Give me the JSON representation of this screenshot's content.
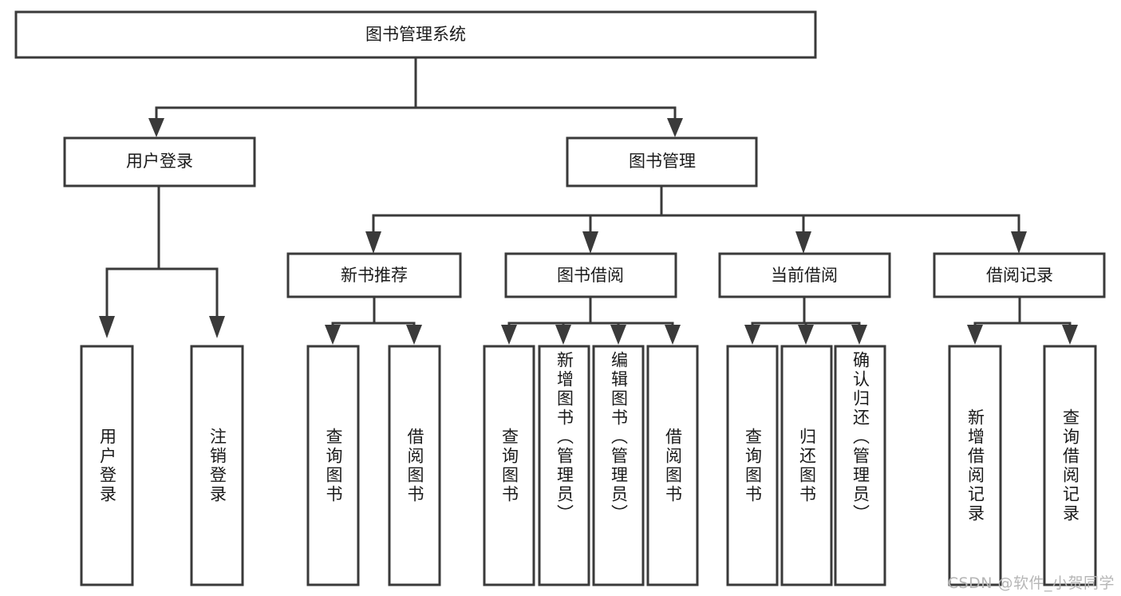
{
  "diagram": {
    "type": "tree",
    "title": "图书管理系统",
    "orientation": "top-down",
    "watermark": "CSDN @软件_小贺同学",
    "colors": {
      "box_fill": "#ffffff",
      "box_stroke": "#3a3a3a",
      "connector": "#3a3a3a",
      "text": "#1a1a1a",
      "watermark": "#b6b6b6",
      "background": "#ffffff"
    },
    "levels": {
      "root": "图书管理系统",
      "level2": [
        "用户登录",
        "图书管理"
      ],
      "level3": [
        "新书推荐",
        "图书借阅",
        "当前借阅",
        "借阅记录"
      ]
    },
    "nodes": {
      "root": {
        "id": "root",
        "label": "图书管理系统",
        "orientation": "horizontal"
      },
      "user_login": {
        "id": "user_login",
        "label": "用户登录",
        "orientation": "horizontal"
      },
      "book_manage": {
        "id": "book_manage",
        "label": "图书管理",
        "orientation": "horizontal"
      },
      "new_book_rec": {
        "id": "new_book_rec",
        "label": "新书推荐",
        "orientation": "horizontal"
      },
      "book_borrow": {
        "id": "book_borrow",
        "label": "图书借阅",
        "orientation": "horizontal"
      },
      "current_borrow": {
        "id": "current_borrow",
        "label": "当前借阅",
        "orientation": "horizontal"
      },
      "borrow_record": {
        "id": "borrow_record",
        "label": "借阅记录",
        "orientation": "horizontal"
      },
      "leaf_1": {
        "id": "leaf_1",
        "label": "用户登录",
        "orientation": "vertical",
        "parent": "用户登录"
      },
      "leaf_2": {
        "id": "leaf_2",
        "label": "注销登录",
        "orientation": "vertical",
        "parent": "用户登录"
      },
      "leaf_3": {
        "id": "leaf_3",
        "label": "查询图书",
        "orientation": "vertical",
        "parent": "新书推荐"
      },
      "leaf_4": {
        "id": "leaf_4",
        "label": "借阅图书",
        "orientation": "vertical",
        "parent": "新书推荐"
      },
      "leaf_5": {
        "id": "leaf_5",
        "label": "查询图书",
        "orientation": "vertical",
        "parent": "图书借阅"
      },
      "leaf_6": {
        "id": "leaf_6",
        "label": "新增图书（管理员）",
        "orientation": "vertical",
        "parent": "图书借阅"
      },
      "leaf_7": {
        "id": "leaf_7",
        "label": "编辑图书（管理员）",
        "orientation": "vertical",
        "parent": "图书借阅"
      },
      "leaf_8": {
        "id": "leaf_8",
        "label": "借阅图书",
        "orientation": "vertical",
        "parent": "图书借阅"
      },
      "leaf_9": {
        "id": "leaf_9",
        "label": "查询图书",
        "orientation": "vertical",
        "parent": "当前借阅"
      },
      "leaf_10": {
        "id": "leaf_10",
        "label": "归还图书",
        "orientation": "vertical",
        "parent": "当前借阅"
      },
      "leaf_11": {
        "id": "leaf_11",
        "label": "确认归还（管理员）",
        "orientation": "vertical",
        "parent": "当前借阅"
      },
      "leaf_12": {
        "id": "leaf_12",
        "label": "新增借阅记录",
        "orientation": "vertical",
        "parent": "借阅记录"
      },
      "leaf_13": {
        "id": "leaf_13",
        "label": "查询借阅记录",
        "orientation": "vertical",
        "parent": "借阅记录"
      }
    }
  }
}
